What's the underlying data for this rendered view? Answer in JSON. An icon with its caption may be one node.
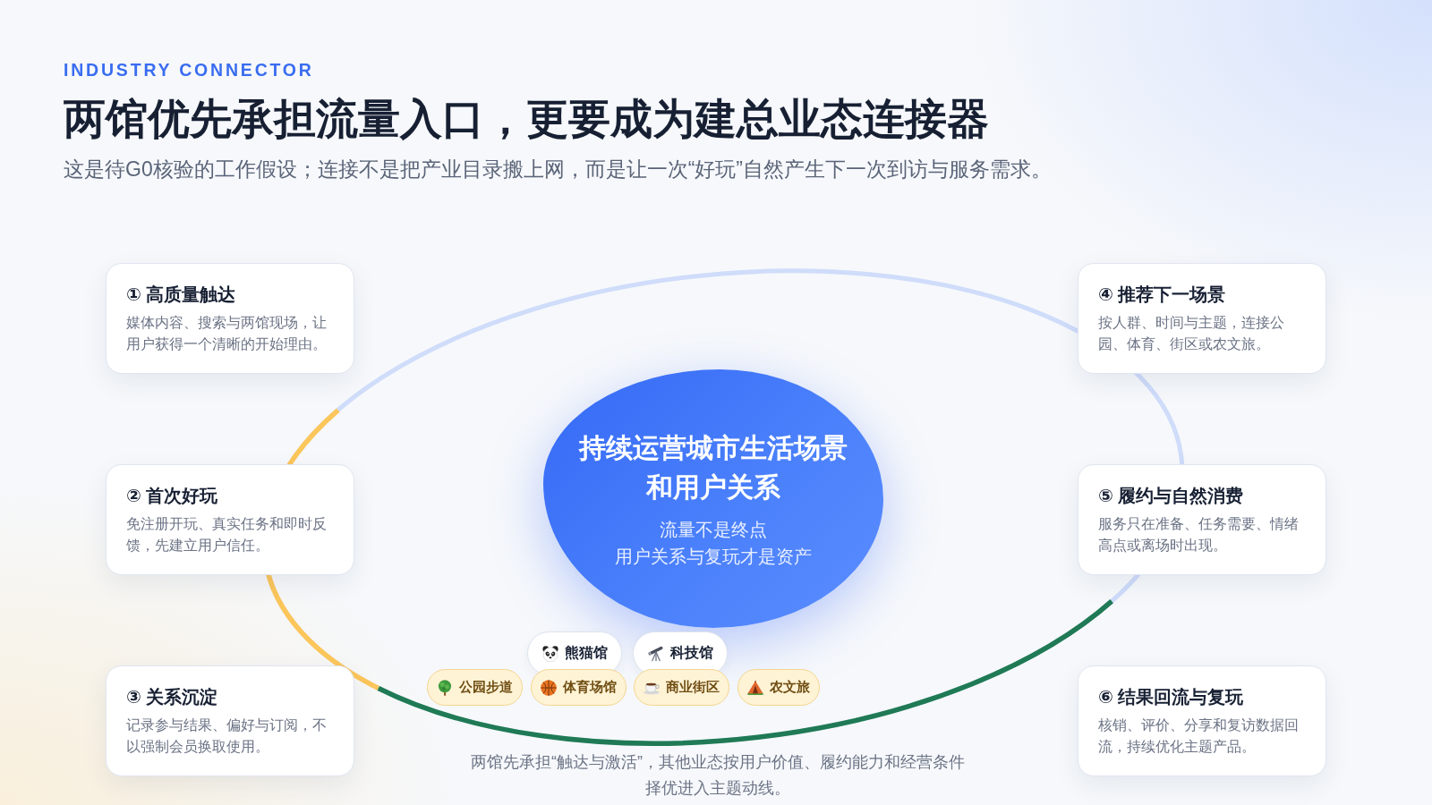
{
  "diagram": {
    "title": "两馆优先承担流量入口，更要成为建总业态连接器",
    "caption": "两馆先承担“触达与激活”，其他业态按用户价值、履约能力和经营条件择优进入主题动线。",
    "nodes": [
      {
        "text": [
          "① 高质量触达",
          "媒体内容、搜索与两馆现场，让用户获得一个清晰的开始理由。"
        ]
      },
      {
        "text": [
          "② 首次好玩",
          "免注册开玩、真实任务和即时反馈，先建立用户信任。"
        ]
      },
      {
        "text": [
          "③ 关系沉淀",
          "记录参与结果、偏好与订阅，不以强制会员换取使用。"
        ]
      },
      {
        "text": [
          "④ 推荐下一场景",
          "按人群、时间与主题，连接公园、体育、街区或农文旅。"
        ]
      },
      {
        "text": [
          "⑤ 履约与自然消费",
          "服务只在准备、任务需要、情绪高点或离场时出现。"
        ]
      },
      {
        "text": [
          "⑥ 结果回流与复玩",
          "核销、评价、分享和复访数据回流，持续优化主题产品。"
        ]
      },
      {
        "text": [
          "持续运营城市生活场景和用户关系",
          "流量不是终点",
          "用户关系与复玩才是资产"
        ]
      },
      {
        "text": [
          "熊猫馆"
        ]
      },
      {
        "text": [
          "科技馆"
        ]
      },
      {
        "text": [
          "公园步道"
        ]
      },
      {
        "text": [
          "体育场馆"
        ]
      },
      {
        "text": [
          "商业街区"
        ]
      },
      {
        "text": [
          "农文旅"
        ]
      }
    ],
    "labels": [
      "INDUSTRY CONNECTOR",
      "这是待G0核验的工作假设；连接不是把产业目录搬上网，而是让一次“好玩”自然产生下一次到访与服务需求。"
    ]
  }
}
